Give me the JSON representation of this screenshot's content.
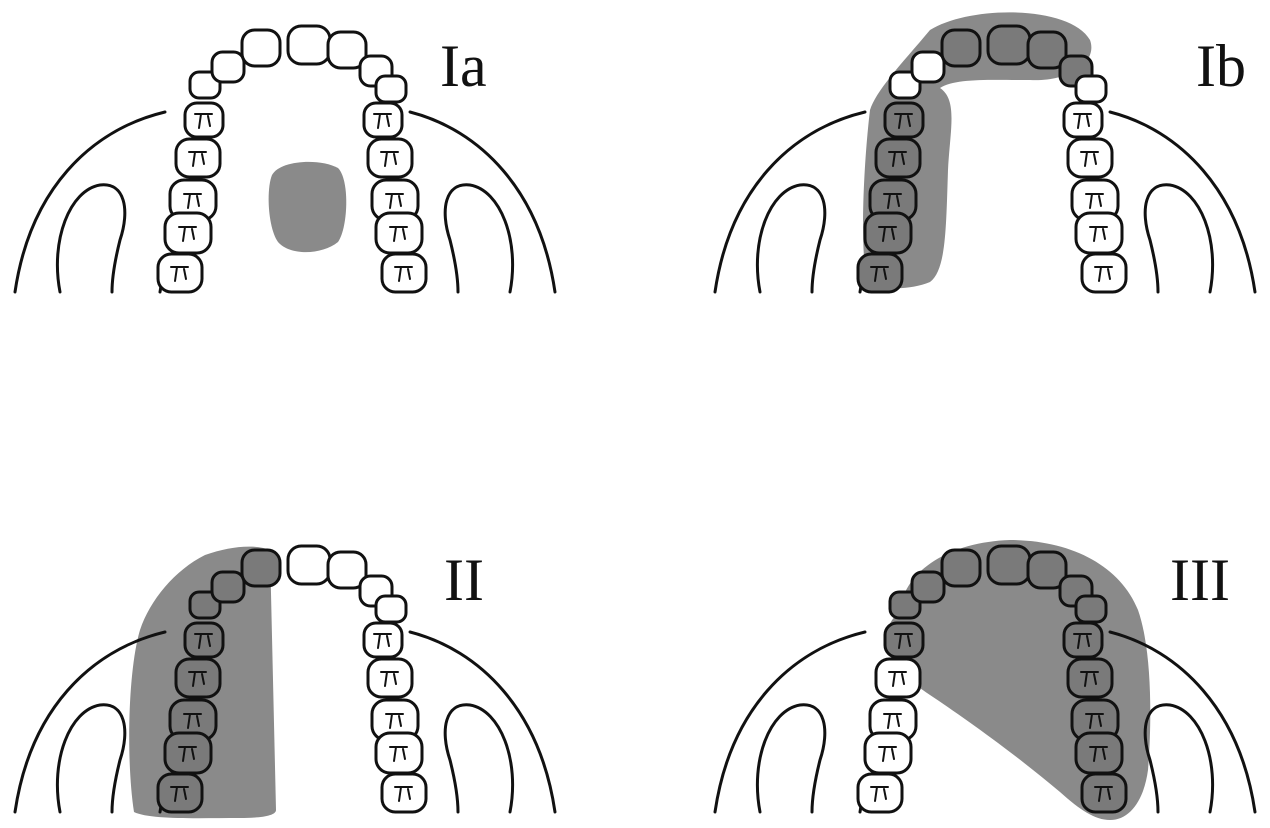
{
  "colors": {
    "shade": "#8a8a8a",
    "tooth_fill": "#ffffff",
    "tooth_shaded_fill": "#7a7a7a",
    "line": "#111111"
  },
  "panels": [
    {
      "id": "Ia",
      "label": "Ia"
    },
    {
      "id": "Ib",
      "label": "Ib"
    },
    {
      "id": "II",
      "label": "II"
    },
    {
      "id": "III",
      "label": "III"
    }
  ]
}
